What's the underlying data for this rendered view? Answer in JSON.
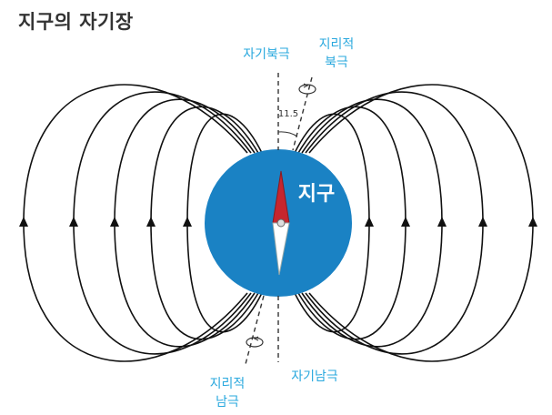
{
  "title": "지구의 자기장",
  "earth": {
    "label": "지구",
    "color": "#1a82c4"
  },
  "labels": {
    "magnetic_north": "자기북극",
    "geographic_north_line1": "지리적",
    "geographic_north_line2": "북극",
    "magnetic_south": "자기남극",
    "geographic_south_line1": "지리적",
    "geographic_south_line2": "남극",
    "tilt_angle": "11.5"
  },
  "colors": {
    "accent_text": "#29a8de",
    "field_lines": "#111111",
    "needle_north": "#c6262e",
    "needle_south": "#ffffff",
    "axis_lines": "#333333"
  },
  "icons": [
    "rotation-arrow-icon",
    "compass-needle-icon",
    "field-arrow-icon"
  ]
}
